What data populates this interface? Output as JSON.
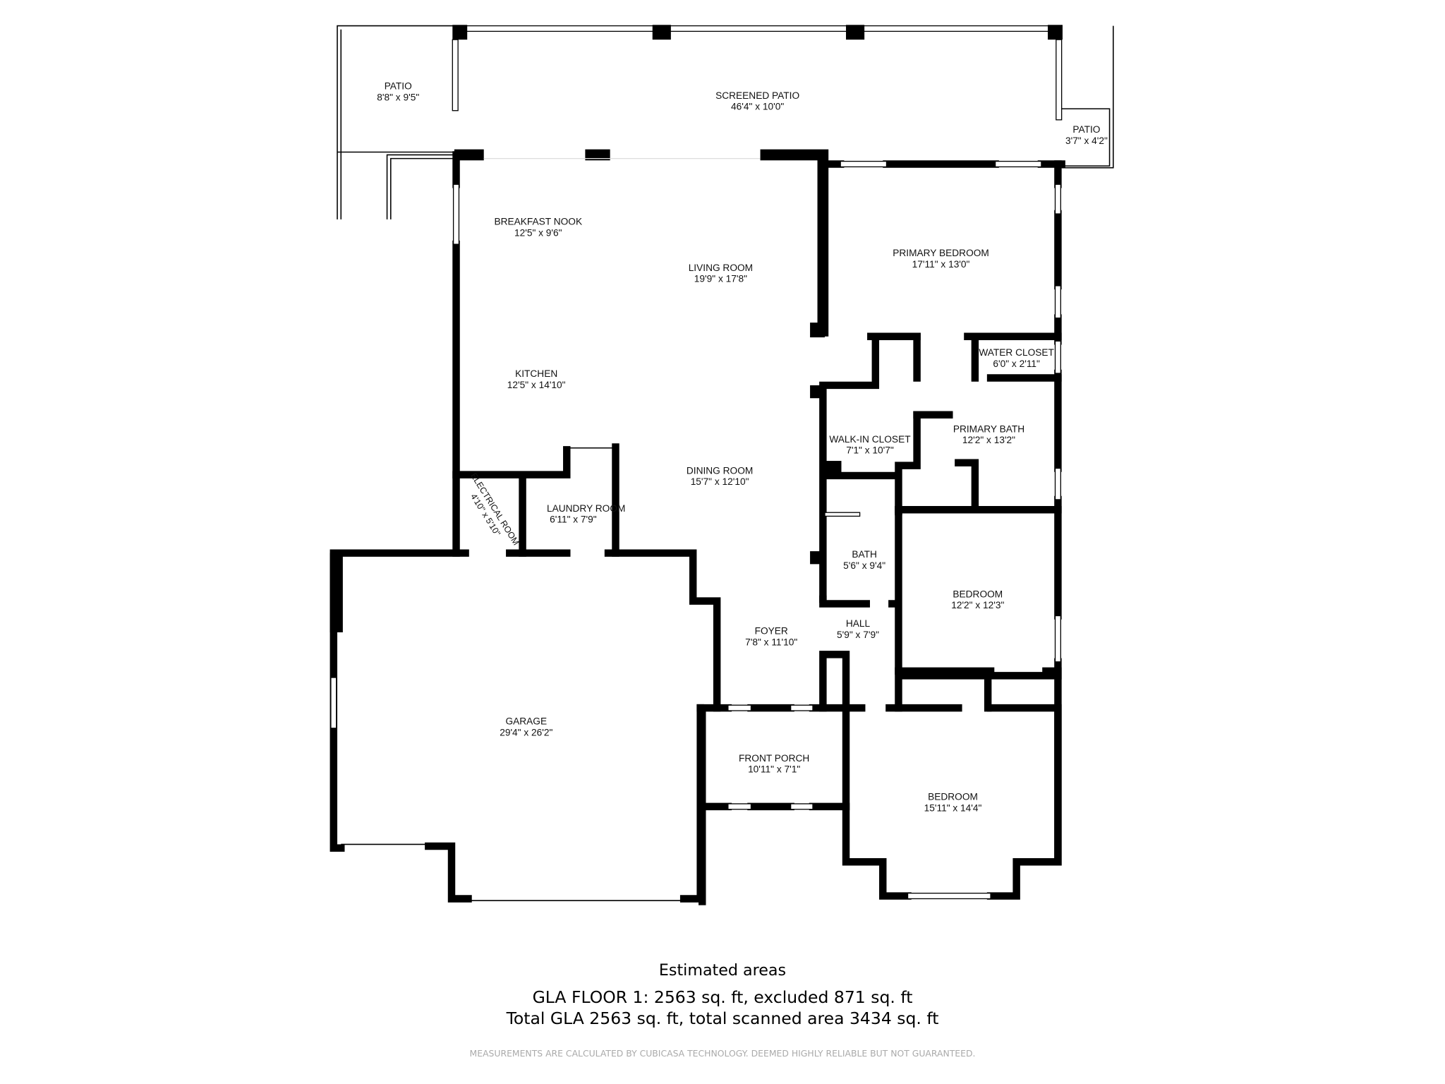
{
  "rooms": {
    "patio_left": {
      "name": "PATIO",
      "dims": "8'8\" x 9'5\""
    },
    "screened_patio": {
      "name": "SCREENED PATIO",
      "dims": "46'4\" x 10'0\""
    },
    "patio_right": {
      "name": "PATIO",
      "dims": "3'7\" x 4'2\""
    },
    "breakfast_nook": {
      "name": "BREAKFAST NOOK",
      "dims": "12'5\" x 9'6\""
    },
    "living_room": {
      "name": "LIVING ROOM",
      "dims": "19'9\" x 17'8\""
    },
    "primary_bedroom": {
      "name": "PRIMARY BEDROOM",
      "dims": "17'11\" x 13'0\""
    },
    "water_closet": {
      "name": "WATER CLOSET",
      "dims": "6'0\" x 2'11\""
    },
    "kitchen": {
      "name": "KITCHEN",
      "dims": "12'5\" x 14'10\""
    },
    "walk_in_closet": {
      "name": "WALK-IN CLOSET",
      "dims": "7'1\" x 10'7\""
    },
    "primary_bath": {
      "name": "PRIMARY BATH",
      "dims": "12'2\" x 13'2\""
    },
    "dining_room": {
      "name": "DINING ROOM",
      "dims": "15'7\" x 12'10\""
    },
    "electrical_room": {
      "name": "ELECTRICAL ROOM",
      "dims": "4'10\" x 5'10\""
    },
    "laundry_room": {
      "name": "LAUNDRY ROOM",
      "dims": "6'11\" x 7'9\""
    },
    "bath": {
      "name": "BATH",
      "dims": "5'6\" x 9'4\""
    },
    "bedroom_1": {
      "name": "BEDROOM",
      "dims": "12'2\" x 12'3\""
    },
    "hall": {
      "name": "HALL",
      "dims": "5'9\" x 7'9\""
    },
    "foyer": {
      "name": "FOYER",
      "dims": "7'8\" x 11'10\""
    },
    "garage": {
      "name": "GARAGE",
      "dims": "29'4\" x 26'2\""
    },
    "front_porch": {
      "name": "FRONT PORCH",
      "dims": "10'11\" x 7'1\""
    },
    "bedroom_2": {
      "name": "BEDROOM",
      "dims": "15'11\" x 14'4\""
    }
  },
  "summary": {
    "heading": "Estimated areas",
    "line1": "GLA FLOOR 1: 2563 sq. ft, excluded 871 sq. ft",
    "line2": "Total GLA 2563 sq. ft, total scanned area 3434 sq. ft"
  },
  "disclaimer": "MEASUREMENTS ARE CALCULATED BY CUBICASA TECHNOLOGY. DEEMED HIGHLY RELIABLE BUT NOT GUARANTEED."
}
